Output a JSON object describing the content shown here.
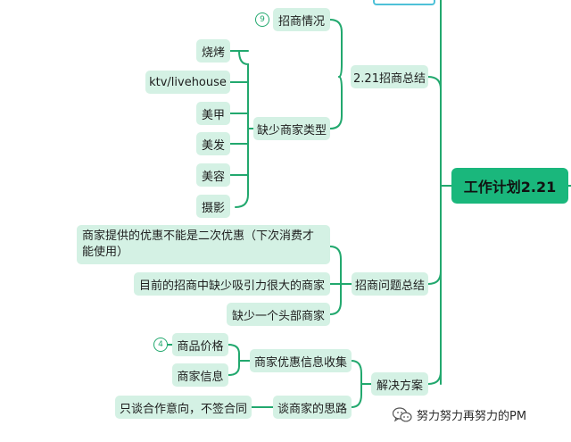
{
  "root": {
    "label": "工作计划2.21"
  },
  "branches": {
    "summary": {
      "label": "2.21招商总结",
      "situation": {
        "label": "招商情况",
        "badge": "9"
      },
      "missing": {
        "label": "缺少商家类型",
        "items": [
          "烧烤",
          "ktv/livehouse",
          "美甲",
          "美发",
          "美容",
          "摄影"
        ]
      }
    },
    "problems": {
      "label": "招商问题总结",
      "items": [
        "商家提供的优惠不能是二次优惠（下次消费才能使用）",
        "目前的招商中缺少吸引力很大的商家",
        "缺少一个头部商家"
      ]
    },
    "solutions": {
      "label": "解决方案",
      "collect": {
        "label": "商家优惠信息收集",
        "price": {
          "label": "商品价格",
          "badge": "4"
        },
        "info": {
          "label": "商家信息"
        }
      },
      "approach": {
        "label": "谈商家的思路",
        "item": "只谈合作意向，不签合同"
      }
    }
  },
  "watermark": {
    "text": "努力努力再努力的PM"
  },
  "colors": {
    "line": "#22a86e",
    "node": "#d4f1e4",
    "root": "#1ab77c"
  }
}
